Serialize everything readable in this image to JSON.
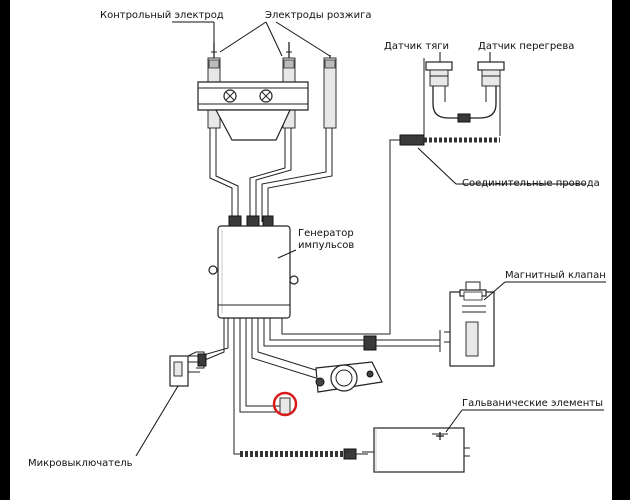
{
  "labels": {
    "control_electrode": "Контрольный электрод",
    "ignition_electrodes": "Электроды розжига",
    "draft_sensor": "Датчик тяги",
    "overheat_sensor": "Датчик перегрева",
    "connecting_wires": "Соединительные провода",
    "pulse_generator_line1": "Генератор",
    "pulse_generator_line2": "импульсов",
    "magnetic_valve": "Магнитный клапан",
    "galvanic_cells": "Гальванические элементы",
    "microswitch": "Микровыключатель"
  },
  "colors": {
    "line": "#222222",
    "highlight_circle": "#d81c1c",
    "background": "#ffffff",
    "page_frame": "#000000"
  }
}
